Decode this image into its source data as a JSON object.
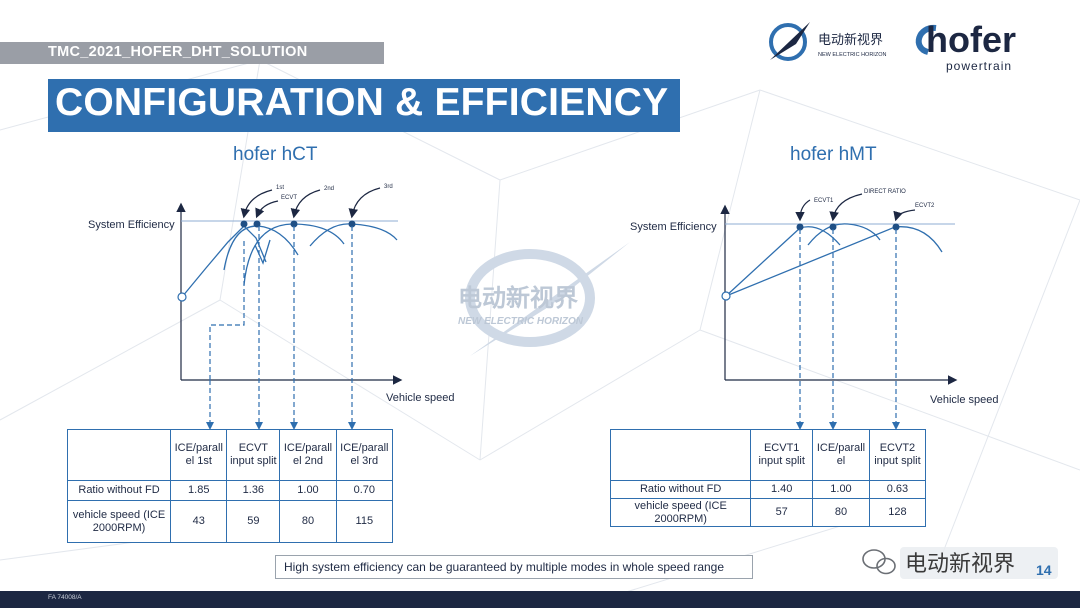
{
  "header": {
    "tag": "TMC_2021_HOFER_DHT_SOLUTION",
    "title": "CONFIGURATION & EFFICIENCY",
    "logo_cn": "电动新视界",
    "logo_en": "NEW ELECTRIC HORIZON",
    "brand_name": "hofer",
    "brand_sub": "powertrain"
  },
  "watermark": {
    "cn": "电动新视界",
    "en": "NEW ELECTRIC HORIZON"
  },
  "left": {
    "title": "hofer hCT",
    "y_label": "System Efficiency",
    "x_label": "Vehicle speed",
    "annotations": [
      "1st",
      "ECVT",
      "2nd",
      "3rd"
    ],
    "table": {
      "headers": [
        "ICE/parall el 1st",
        "ECVT input split",
        "ICE/parall el 2nd",
        "ICE/parall el 3rd"
      ],
      "rows": [
        {
          "label": "Ratio without FD",
          "values": [
            "1.85",
            "1.36",
            "1.00",
            "0.70"
          ]
        },
        {
          "label": "vehicle speed (ICE 2000RPM)",
          "values": [
            "43",
            "59",
            "80",
            "115"
          ]
        }
      ]
    }
  },
  "right": {
    "title": "hofer hMT",
    "y_label": "System Efficiency",
    "x_label": "Vehicle speed",
    "annotations": [
      "ECVT1",
      "DIRECT RATIO",
      "ECVT2"
    ],
    "table": {
      "headers": [
        "ECVT1 input split",
        "ICE/parall el",
        "ECVT2 input split"
      ],
      "rows": [
        {
          "label": "Ratio without FD",
          "values": [
            "1.40",
            "1.00",
            "0.63"
          ]
        },
        {
          "label": "vehicle speed (ICE 2000RPM)",
          "values": [
            "57",
            "80",
            "128"
          ]
        }
      ]
    }
  },
  "footer": {
    "note": "High system efficiency can be guaranteed by multiple modes in whole speed range",
    "code": "FA 74008/A",
    "page": "14",
    "wechat_text": "电动新视界"
  },
  "colors": {
    "accent": "#2f6faf",
    "header_gray": "#9a9ea6",
    "footer_navy": "#1c2742"
  }
}
